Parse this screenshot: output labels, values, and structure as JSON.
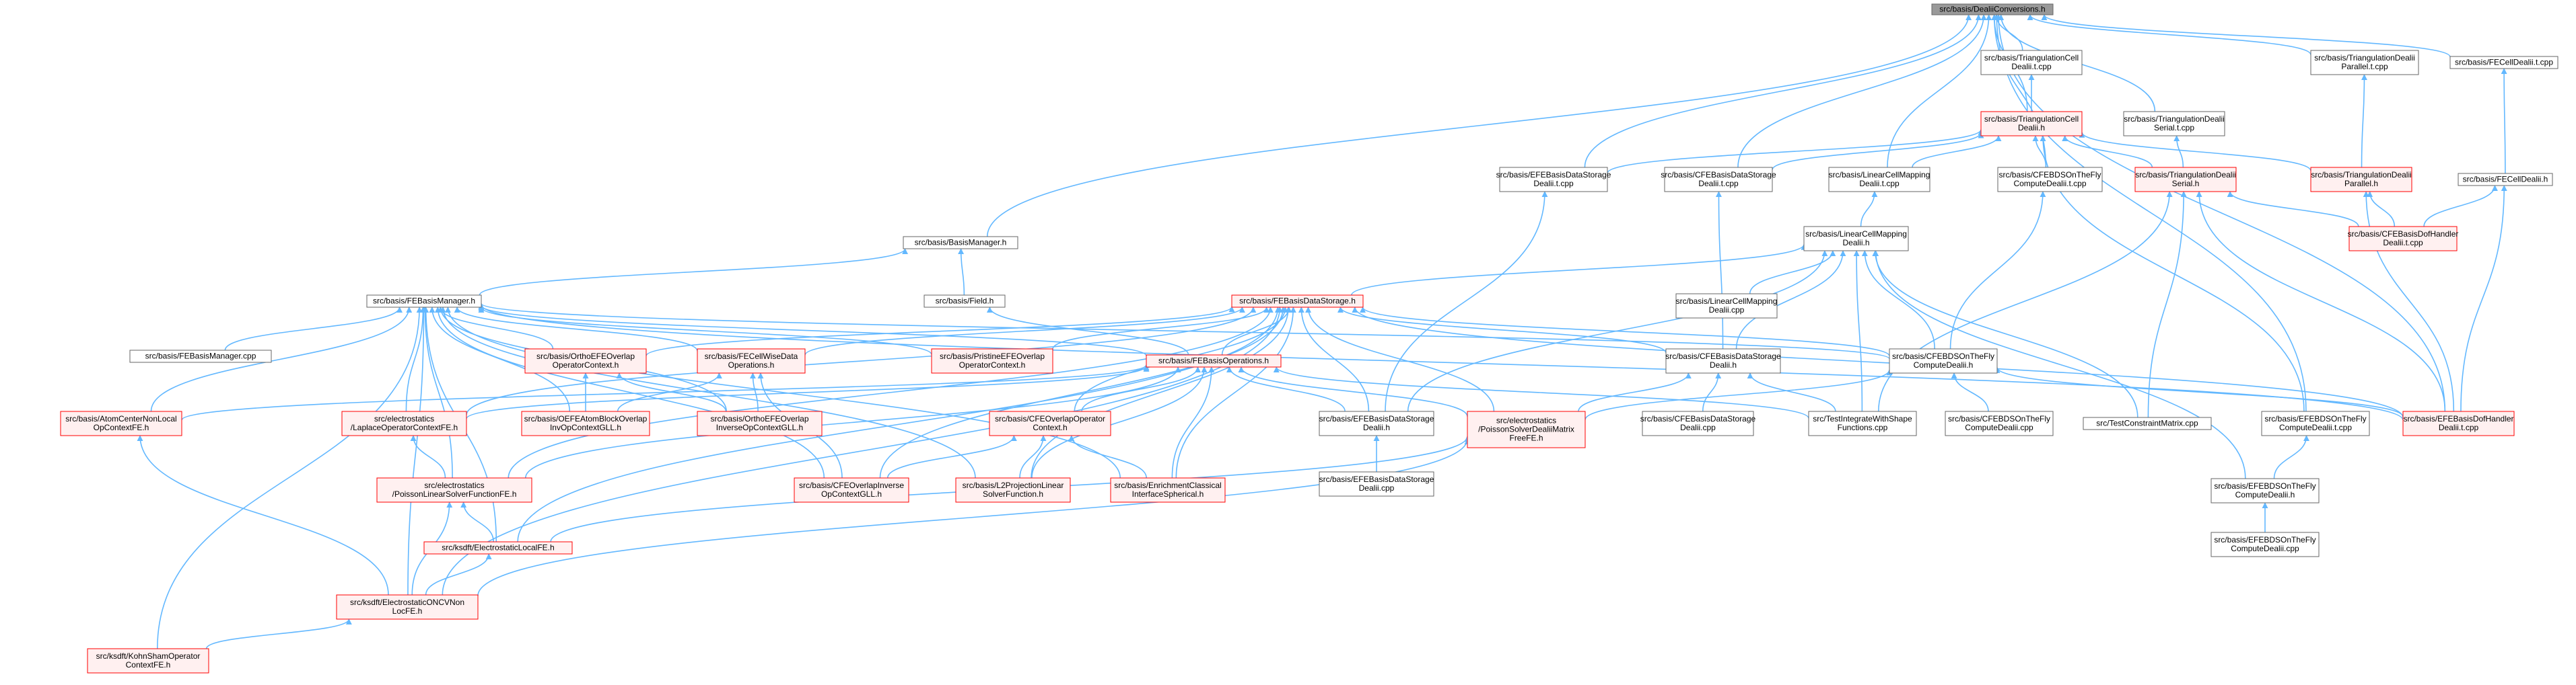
{
  "graph": {
    "root": "n_root",
    "colors": {
      "edge": "#63b8ff",
      "node_border_default": "#666666",
      "node_border_red": "#ff0000",
      "node_fill_default": "#ffffff",
      "node_fill_red": "#fff0f0",
      "root_fill": "#999999",
      "text": "#000000"
    },
    "nodes": [
      {
        "id": "n_root",
        "lines": [
          "src/basis/DealiiConversions.h"
        ],
        "style": "root"
      },
      {
        "id": "n_tcell_cpp",
        "lines": [
          "src/basis/TriangulationCell",
          "Dealii.t.cpp"
        ],
        "style": "plain"
      },
      {
        "id": "n_tpar_cpp",
        "lines": [
          "src/basis/TriangulationDealii",
          "Parallel.t.cpp"
        ],
        "style": "plain"
      },
      {
        "id": "n_fecell_cpp",
        "lines": [
          "src/basis/FECellDealii.t.cpp"
        ],
        "style": "plain"
      },
      {
        "id": "n_tcell_h",
        "lines": [
          "src/basis/TriangulationCell",
          "Dealii.h"
        ],
        "style": "red"
      },
      {
        "id": "n_tserial_cpp",
        "lines": [
          "src/basis/TriangulationDealii",
          "Serial.t.cpp"
        ],
        "style": "plain"
      },
      {
        "id": "n_efe_ds_cpp",
        "lines": [
          "src/basis/EFEBasisDataStorage",
          "Dealii.t.cpp"
        ],
        "style": "plain"
      },
      {
        "id": "n_cfe_ds_cpp",
        "lines": [
          "src/basis/CFEBasisDataStorage",
          "Dealii.t.cpp"
        ],
        "style": "plain"
      },
      {
        "id": "n_lincell_cpp",
        "lines": [
          "src/basis/LinearCellMapping",
          "Dealii.t.cpp"
        ],
        "style": "plain"
      },
      {
        "id": "n_cfebds_cpp",
        "lines": [
          "src/basis/CFEBDSOnTheFly",
          "ComputeDealii.t.cpp"
        ],
        "style": "plain"
      },
      {
        "id": "n_tserial_h",
        "lines": [
          "src/basis/TriangulationDealii",
          "Serial.h"
        ],
        "style": "red"
      },
      {
        "id": "n_tpar_h",
        "lines": [
          "src/basis/TriangulationDealii",
          "Parallel.h"
        ],
        "style": "red"
      },
      {
        "id": "n_fecell_h",
        "lines": [
          "src/basis/FECellDealii.h"
        ],
        "style": "plain"
      },
      {
        "id": "n_cfe_dof_cpp",
        "lines": [
          "src/basis/CFEBasisDofHandler",
          "Dealii.t.cpp"
        ],
        "style": "red"
      },
      {
        "id": "n_basismgr",
        "lines": [
          "src/basis/BasisManager.h"
        ],
        "style": "plain"
      },
      {
        "id": "n_lincell_h",
        "lines": [
          "src/basis/LinearCellMapping",
          "Dealii.h"
        ],
        "style": "plain"
      },
      {
        "id": "n_femgr",
        "lines": [
          "src/basis/FEBasisManager.h"
        ],
        "style": "plain"
      },
      {
        "id": "n_field",
        "lines": [
          "src/basis/Field.h"
        ],
        "style": "plain"
      },
      {
        "id": "n_feds",
        "lines": [
          "src/basis/FEBasisDataStorage.h"
        ],
        "style": "red"
      },
      {
        "id": "n_lincell_dcpp",
        "lines": [
          "src/basis/LinearCellMapping",
          "Dealii.cpp"
        ],
        "style": "plain"
      },
      {
        "id": "n_femgr_cpp",
        "lines": [
          "src/basis/FEBasisManager.cpp"
        ],
        "style": "plain"
      },
      {
        "id": "n_ortho_ctx",
        "lines": [
          "src/basis/OrthoEFEOverlap",
          "OperatorContext.h"
        ],
        "style": "red"
      },
      {
        "id": "n_fecw",
        "lines": [
          "src/basis/FECellWiseData",
          "Operations.h"
        ],
        "style": "red"
      },
      {
        "id": "n_pristine",
        "lines": [
          "src/basis/PristineEFEOverlap",
          "OperatorContext.h"
        ],
        "style": "red"
      },
      {
        "id": "n_feops",
        "lines": [
          "src/basis/FEBasisOperations.h"
        ],
        "style": "red"
      },
      {
        "id": "n_cfe_ds_h",
        "lines": [
          "src/basis/CFEBasisDataStorage",
          "Dealii.h"
        ],
        "style": "plain"
      },
      {
        "id": "n_cfebds_h",
        "lines": [
          "src/basis/CFEBDSOnTheFly",
          "ComputeDealii.h"
        ],
        "style": "plain"
      },
      {
        "id": "n_atom",
        "lines": [
          "src/basis/AtomCenterNonLocal",
          "OpContextFE.h"
        ],
        "style": "red"
      },
      {
        "id": "n_laplace",
        "lines": [
          "src/electrostatics",
          "/LaplaceOperatorContextFE.h"
        ],
        "style": "red"
      },
      {
        "id": "n_oefe_atom",
        "lines": [
          "src/basis/OEFEAtomBlockOverlap",
          "InvOpContextGLL.h"
        ],
        "style": "red"
      },
      {
        "id": "n_ortho_inv",
        "lines": [
          "src/basis/OrthoEFEOverlap",
          "InverseOpContextGLL.h"
        ],
        "style": "red"
      },
      {
        "id": "n_cfe_ovl",
        "lines": [
          "src/basis/CFEOverlapOperator",
          "Context.h"
        ],
        "style": "red"
      },
      {
        "id": "n_efe_ds_h",
        "lines": [
          "src/basis/EFEBasisDataStorage",
          "Dealii.h"
        ],
        "style": "plain"
      },
      {
        "id": "n_poisson_solver",
        "lines": [
          "src/electrostatics",
          "/PoissonSolverDealiiMatrix",
          "FreeFE.h"
        ],
        "style": "red"
      },
      {
        "id": "n_cfe_ds_dcpp",
        "lines": [
          "src/basis/CFEBasisDataStorage",
          "Dealii.cpp"
        ],
        "style": "plain"
      },
      {
        "id": "n_test_int",
        "lines": [
          "src/TestIntegrateWithShape",
          "Functions.cpp"
        ],
        "style": "plain"
      },
      {
        "id": "n_cfebds_dcpp",
        "lines": [
          "src/basis/CFEBDSOnTheFly",
          "ComputeDealii.cpp"
        ],
        "style": "plain"
      },
      {
        "id": "n_test_cm",
        "lines": [
          "src/TestConstraintMatrix.cpp"
        ],
        "style": "plain"
      },
      {
        "id": "n_efebds_tcpp",
        "lines": [
          "src/basis/EFEBDSOnTheFly",
          "ComputeDealii.t.cpp"
        ],
        "style": "plain"
      },
      {
        "id": "n_efe_dof_cpp",
        "lines": [
          "src/basis/EFEBasisDofHandler",
          "Dealii.t.cpp"
        ],
        "style": "red"
      },
      {
        "id": "n_poisson_lin",
        "lines": [
          "src/electrostatics",
          "/PoissonLinearSolverFunctionFE.h"
        ],
        "style": "red"
      },
      {
        "id": "n_cfe_ovl_inv",
        "lines": [
          "src/basis/CFEOverlapInverse",
          "OpContextGLL.h"
        ],
        "style": "red"
      },
      {
        "id": "n_l2proj",
        "lines": [
          "src/basis/L2ProjectionLinear",
          "SolverFunction.h"
        ],
        "style": "red"
      },
      {
        "id": "n_enrich",
        "lines": [
          "src/basis/EnrichmentClassical",
          "InterfaceSpherical.h"
        ],
        "style": "red"
      },
      {
        "id": "n_efe_ds_dcpp",
        "lines": [
          "src/basis/EFEBasisDataStorage",
          "Dealii.cpp"
        ],
        "style": "plain"
      },
      {
        "id": "n_efebds_h",
        "lines": [
          "src/basis/EFEBDSOnTheFly",
          "ComputeDealii.h"
        ],
        "style": "plain"
      },
      {
        "id": "n_efebds_dcpp",
        "lines": [
          "src/basis/EFEBDSOnTheFly",
          "ComputeDealii.cpp"
        ],
        "style": "plain"
      },
      {
        "id": "n_eslocal",
        "lines": [
          "src/ksdft/ElectrostaticLocalFE.h"
        ],
        "style": "red"
      },
      {
        "id": "n_esoncv",
        "lines": [
          "src/ksdft/ElectrostaticONCVNon",
          "LocFE.h"
        ],
        "style": "red"
      },
      {
        "id": "n_ks",
        "lines": [
          "src/ksdft/KohnShamOperator",
          "ContextFE.h"
        ],
        "style": "red"
      }
    ],
    "edges": [
      [
        "n_tcell_cpp",
        "n_root"
      ],
      [
        "n_tpar_cpp",
        "n_root"
      ],
      [
        "n_fecell_cpp",
        "n_root"
      ],
      [
        "n_tcell_h",
        "n_root"
      ],
      [
        "n_tserial_cpp",
        "n_root"
      ],
      [
        "n_efe_ds_cpp",
        "n_root"
      ],
      [
        "n_cfe_ds_cpp",
        "n_root"
      ],
      [
        "n_lincell_cpp",
        "n_root"
      ],
      [
        "n_cfebds_cpp",
        "n_root"
      ],
      [
        "n_basismgr",
        "n_root"
      ],
      [
        "n_efebds_tcpp",
        "n_root"
      ],
      [
        "n_efe_dof_cpp",
        "n_root"
      ],
      [
        "n_tcell_h",
        "n_tcell_cpp"
      ],
      [
        "n_tpar_h",
        "n_tpar_cpp"
      ],
      [
        "n_fecell_h",
        "n_fecell_cpp"
      ],
      [
        "n_tserial_h",
        "n_tserial_cpp"
      ],
      [
        "n_efe_ds_cpp",
        "n_tcell_h"
      ],
      [
        "n_cfe_ds_cpp",
        "n_tcell_h"
      ],
      [
        "n_lincell_cpp",
        "n_tcell_h"
      ],
      [
        "n_cfebds_cpp",
        "n_tcell_h"
      ],
      [
        "n_tserial_h",
        "n_tcell_h"
      ],
      [
        "n_tpar_h",
        "n_tcell_h"
      ],
      [
        "n_efebds_tcpp",
        "n_tcell_h"
      ],
      [
        "n_cfe_dof_cpp",
        "n_tserial_h"
      ],
      [
        "n_efe_dof_cpp",
        "n_tserial_h"
      ],
      [
        "n_test_int",
        "n_tserial_h"
      ],
      [
        "n_test_cm",
        "n_tserial_h"
      ],
      [
        "n_cfe_dof_cpp",
        "n_tpar_h"
      ],
      [
        "n_efe_dof_cpp",
        "n_tpar_h"
      ],
      [
        "n_cfe_dof_cpp",
        "n_fecell_h"
      ],
      [
        "n_efe_dof_cpp",
        "n_fecell_h"
      ],
      [
        "n_femgr",
        "n_basismgr"
      ],
      [
        "n_field",
        "n_basismgr"
      ],
      [
        "n_lincell_h",
        "n_lincell_cpp"
      ],
      [
        "n_efe_ds_h",
        "n_efe_ds_cpp"
      ],
      [
        "n_cfe_ds_h",
        "n_cfe_ds_cpp"
      ],
      [
        "n_cfebds_h",
        "n_cfebds_cpp"
      ],
      [
        "n_feds",
        "n_lincell_h"
      ],
      [
        "n_lincell_dcpp",
        "n_lincell_h"
      ],
      [
        "n_cfe_ds_h",
        "n_lincell_h"
      ],
      [
        "n_cfebds_h",
        "n_lincell_h"
      ],
      [
        "n_efe_ds_h",
        "n_lincell_h"
      ],
      [
        "n_test_int",
        "n_lincell_h"
      ],
      [
        "n_test_cm",
        "n_lincell_h"
      ],
      [
        "n_efebds_h",
        "n_lincell_h"
      ],
      [
        "n_femgr_cpp",
        "n_femgr"
      ],
      [
        "n_ortho_ctx",
        "n_femgr"
      ],
      [
        "n_fecw",
        "n_femgr"
      ],
      [
        "n_pristine",
        "n_femgr"
      ],
      [
        "n_feops",
        "n_femgr"
      ],
      [
        "n_atom",
        "n_femgr"
      ],
      [
        "n_laplace",
        "n_femgr"
      ],
      [
        "n_oefe_atom",
        "n_femgr"
      ],
      [
        "n_ortho_inv",
        "n_femgr"
      ],
      [
        "n_cfe_ovl_inv",
        "n_femgr"
      ],
      [
        "n_l2proj",
        "n_femgr"
      ],
      [
        "n_enrich",
        "n_femgr"
      ],
      [
        "n_poisson_lin",
        "n_femgr"
      ],
      [
        "n_eslocal",
        "n_femgr"
      ],
      [
        "n_esoncv",
        "n_femgr"
      ],
      [
        "n_ks",
        "n_femgr"
      ],
      [
        "n_efe_dof_cpp",
        "n_femgr"
      ],
      [
        "n_cfebds_h",
        "n_femgr"
      ],
      [
        "n_feops",
        "n_field"
      ],
      [
        "n_ortho_ctx",
        "n_feds"
      ],
      [
        "n_fecw",
        "n_feds"
      ],
      [
        "n_pristine",
        "n_feds"
      ],
      [
        "n_feops",
        "n_feds"
      ],
      [
        "n_cfe_ds_h",
        "n_feds"
      ],
      [
        "n_cfebds_h",
        "n_feds"
      ],
      [
        "n_laplace",
        "n_feds"
      ],
      [
        "n_efe_ds_h",
        "n_feds"
      ],
      [
        "n_poisson_solver",
        "n_feds"
      ],
      [
        "n_cfe_ovl",
        "n_feds"
      ],
      [
        "n_cfe_ovl_inv",
        "n_feds"
      ],
      [
        "n_l2proj",
        "n_feds"
      ],
      [
        "n_enrich",
        "n_feds"
      ],
      [
        "n_eslocal",
        "n_feds"
      ],
      [
        "n_esoncv",
        "n_feds"
      ],
      [
        "n_poisson_lin",
        "n_feds"
      ],
      [
        "n_efe_dof_cpp",
        "n_feds"
      ],
      [
        "n_oefe_atom",
        "n_ortho_ctx"
      ],
      [
        "n_ortho_inv",
        "n_ortho_ctx"
      ],
      [
        "n_oefe_atom",
        "n_fecw"
      ],
      [
        "n_ortho_inv",
        "n_fecw"
      ],
      [
        "n_cfe_ovl_inv",
        "n_fecw"
      ],
      [
        "n_atom",
        "n_feops"
      ],
      [
        "n_laplace",
        "n_feops"
      ],
      [
        "n_cfe_ovl",
        "n_feops"
      ],
      [
        "n_efe_ds_h",
        "n_feops"
      ],
      [
        "n_poisson_solver",
        "n_feops"
      ],
      [
        "n_l2proj",
        "n_feops"
      ],
      [
        "n_enrich",
        "n_feops"
      ],
      [
        "n_poisson_lin",
        "n_feops"
      ],
      [
        "n_test_int",
        "n_feops"
      ],
      [
        "n_cfe_ds_dcpp",
        "n_cfe_ds_h"
      ],
      [
        "n_test_int",
        "n_cfe_ds_h"
      ],
      [
        "n_poisson_solver",
        "n_cfe_ds_h"
      ],
      [
        "n_cfebds_dcpp",
        "n_cfebds_h"
      ],
      [
        "n_efe_dof_cpp",
        "n_cfebds_h"
      ],
      [
        "n_poisson_solver",
        "n_cfebds_h"
      ],
      [
        "n_efe_ds_dcpp",
        "n_efe_ds_h"
      ],
      [
        "n_efebds_h",
        "n_efebds_tcpp"
      ],
      [
        "n_efebds_dcpp",
        "n_efebds_h"
      ],
      [
        "n_poisson_lin",
        "n_laplace"
      ],
      [
        "n_cfe_ovl_inv",
        "n_cfe_ovl"
      ],
      [
        "n_l2proj",
        "n_cfe_ovl"
      ],
      [
        "n_enrich",
        "n_cfe_ovl"
      ],
      [
        "n_eslocal",
        "n_poisson_lin"
      ],
      [
        "n_esoncv",
        "n_poisson_lin"
      ],
      [
        "n_eslocal",
        "n_poisson_solver"
      ],
      [
        "n_esoncv",
        "n_poisson_solver"
      ],
      [
        "n_esoncv",
        "n_eslocal"
      ],
      [
        "n_esoncv",
        "n_atom"
      ],
      [
        "n_ks",
        "n_esoncv"
      ]
    ]
  }
}
